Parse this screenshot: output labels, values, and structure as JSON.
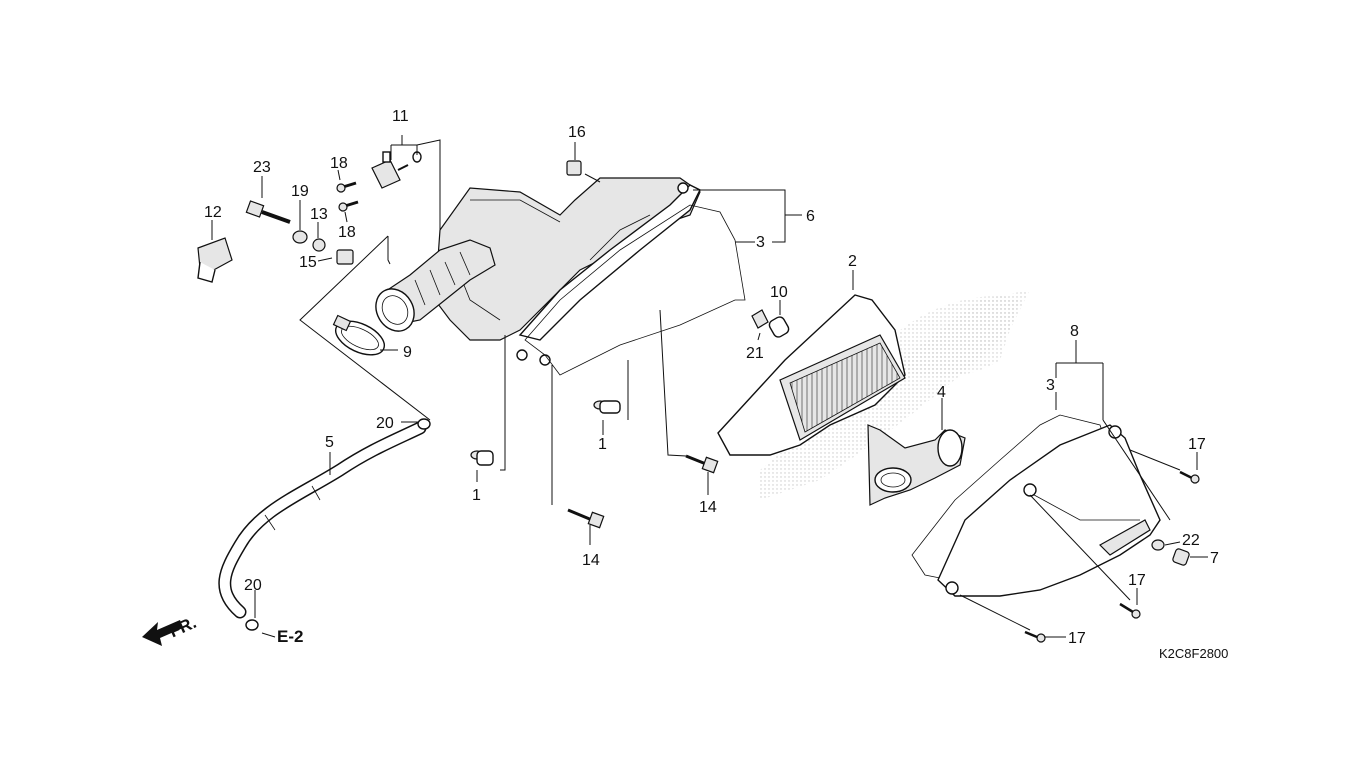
{
  "diagram_code": "K2C8F2800",
  "front_marker": "FR.",
  "reference": "E-2",
  "callouts": [
    {
      "id": "c1a",
      "text": "1"
    },
    {
      "id": "c1b",
      "text": "1"
    },
    {
      "id": "c2",
      "text": "2"
    },
    {
      "id": "c3a",
      "text": "3"
    },
    {
      "id": "c3b",
      "text": "3"
    },
    {
      "id": "c4",
      "text": "4"
    },
    {
      "id": "c5",
      "text": "5"
    },
    {
      "id": "c6",
      "text": "6"
    },
    {
      "id": "c7",
      "text": "7"
    },
    {
      "id": "c8",
      "text": "8"
    },
    {
      "id": "c9",
      "text": "9"
    },
    {
      "id": "c10",
      "text": "10"
    },
    {
      "id": "c11",
      "text": "11"
    },
    {
      "id": "c12",
      "text": "12"
    },
    {
      "id": "c13",
      "text": "13"
    },
    {
      "id": "c14a",
      "text": "14"
    },
    {
      "id": "c14b",
      "text": "14"
    },
    {
      "id": "c15",
      "text": "15"
    },
    {
      "id": "c16",
      "text": "16"
    },
    {
      "id": "c17a",
      "text": "17"
    },
    {
      "id": "c17b",
      "text": "17"
    },
    {
      "id": "c17c",
      "text": "17"
    },
    {
      "id": "c18a",
      "text": "18"
    },
    {
      "id": "c18b",
      "text": "18"
    },
    {
      "id": "c19",
      "text": "19"
    },
    {
      "id": "c20a",
      "text": "20"
    },
    {
      "id": "c20b",
      "text": "20"
    },
    {
      "id": "c21",
      "text": "21"
    },
    {
      "id": "c22",
      "text": "22"
    },
    {
      "id": "c23",
      "text": "23"
    }
  ]
}
